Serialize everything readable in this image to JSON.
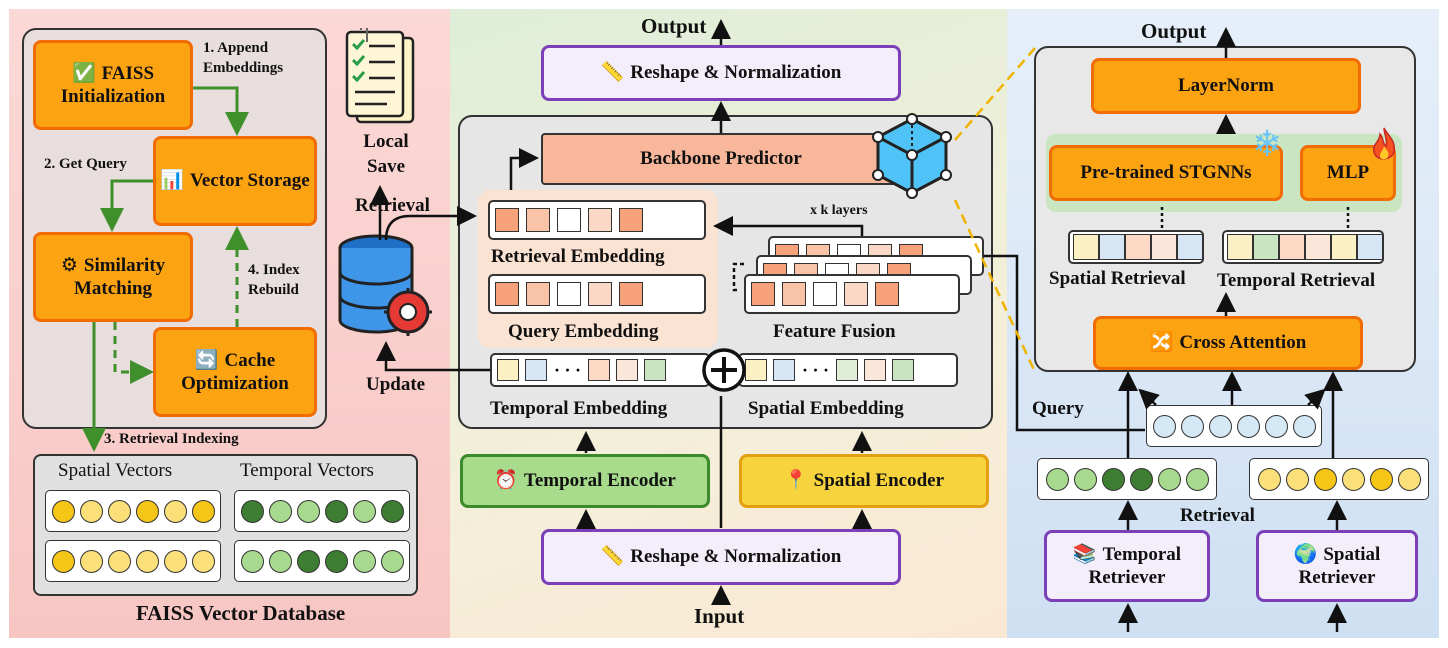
{
  "colors": {
    "orange_fill": "#fca311",
    "orange_border": "#f26c06",
    "purple_border": "#7b3fb8",
    "green_border": "#3b8a2c",
    "yellow_border": "#e3a012",
    "arrow_green": "#3f8f2a",
    "dashed_link": "#f0b400"
  },
  "left": {
    "faiss_init": "FAISS Initialization",
    "faiss_icon": "checkbox-icon",
    "vector_storage": "Vector Storage",
    "vector_storage_icon": "bar-chart-icon",
    "similarity": "Similarity Matching",
    "similarity_icon": "gear-icon",
    "cache": "Cache Optimization",
    "cache_icon": "refresh-icon",
    "step1": "1. Append Embeddings",
    "step2": "2. Get Query",
    "step3": "3. Retrieval Indexing",
    "step4": "4. Index Rebuild",
    "spatial_vectors": "Spatial Vectors",
    "temporal_vectors": "Temporal Vectors",
    "db_title": "FAISS Vector Database"
  },
  "middle": {
    "local_save": "Local Save",
    "retrieval": "Retrieval",
    "update": "Update",
    "output": "Output",
    "input": "Input",
    "reshape_top": "Reshape & Normalization",
    "reshape_bottom": "Reshape & Normalization",
    "backbone": "Backbone Predictor",
    "retrieval_embedding": "Retrieval Embedding",
    "query_embedding": "Query Embedding",
    "k_layers": "x k layers",
    "feature_fusion": "Feature Fusion",
    "temporal_embedding": "Temporal Embedding",
    "spatial_embedding": "Spatial Embedding",
    "temporal_encoder": "Temporal Encoder",
    "temporal_encoder_icon": "alarm-clock-icon",
    "spatial_encoder": "Spatial Encoder",
    "spatial_encoder_icon": "pin-icon",
    "ruler_icon": "ruler-icon"
  },
  "right": {
    "output": "Output",
    "layernorm": "LayerNorm",
    "pretrained": "Pre-trained STGNNs",
    "mlp": "MLP",
    "spatial_retrieval": "Spatial Retrieval",
    "temporal_retrieval": "Temporal Retrieval",
    "cross_attention": "Cross Attention",
    "cross_icon": "shuffle-icon",
    "query": "Query",
    "retrieval": "Retrieval",
    "temporal_retriever": "Temporal Retriever",
    "temporal_retriever_icon": "books-icon",
    "spatial_retriever": "Spatial Retriever",
    "spatial_retriever_icon": "globe-icon",
    "frozen_icon": "snowflake-icon",
    "trainable_icon": "fire-icon"
  }
}
